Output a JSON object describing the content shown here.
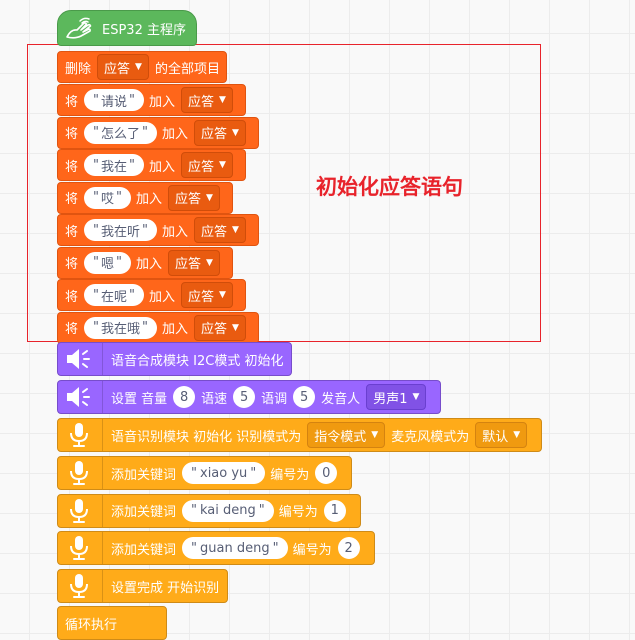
{
  "hat": {
    "label": "ESP32 主程序"
  },
  "list_name": "应答",
  "delete_block": {
    "prefix": "删除",
    "suffix": "的全部项目"
  },
  "add_blocks": {
    "prefix": "将",
    "add_word": "加入",
    "items": [
      "请说",
      "怎么了",
      "我在",
      "哎",
      "我在听",
      "嗯",
      "在呢",
      "我在哦"
    ]
  },
  "speech_init": {
    "label": "语音合成模块 I2C模式 初始化"
  },
  "speech_settings": {
    "set_label": "设置 音量",
    "volume": "8",
    "speed_label": "语速",
    "speed": "5",
    "tone_label": "语调",
    "tone": "5",
    "voice_label": "发音人",
    "voice": "男声1"
  },
  "asr_init": {
    "label": "语音识别模块 初始化 识别模式为",
    "mode": "指令模式",
    "mic_label": "麦克风模式为",
    "mic": "默认"
  },
  "keywords": {
    "prefix": "添加关键词",
    "number_label": "编号为",
    "items": [
      {
        "word": "xiao yu",
        "id": "0"
      },
      {
        "word": "kai deng",
        "id": "1"
      },
      {
        "word": "guan deng",
        "id": "2"
      }
    ]
  },
  "asr_start": {
    "label": "设置完成 开始识别"
  },
  "loop": {
    "label": "循环执行"
  },
  "annotation": {
    "text": "初始化应答语句"
  },
  "icons": {
    "hat": "wifi-hand-icon",
    "speech": "speaker-icon",
    "asr": "microphone-icon",
    "dropdown": "dropdown-arrow-icon"
  },
  "colors": {
    "list_block": "#ff661a",
    "speech_block": "#9966ff",
    "asr_block": "#ffab19",
    "hat_block": "#5cb85c",
    "annotation": "#e8232b"
  }
}
